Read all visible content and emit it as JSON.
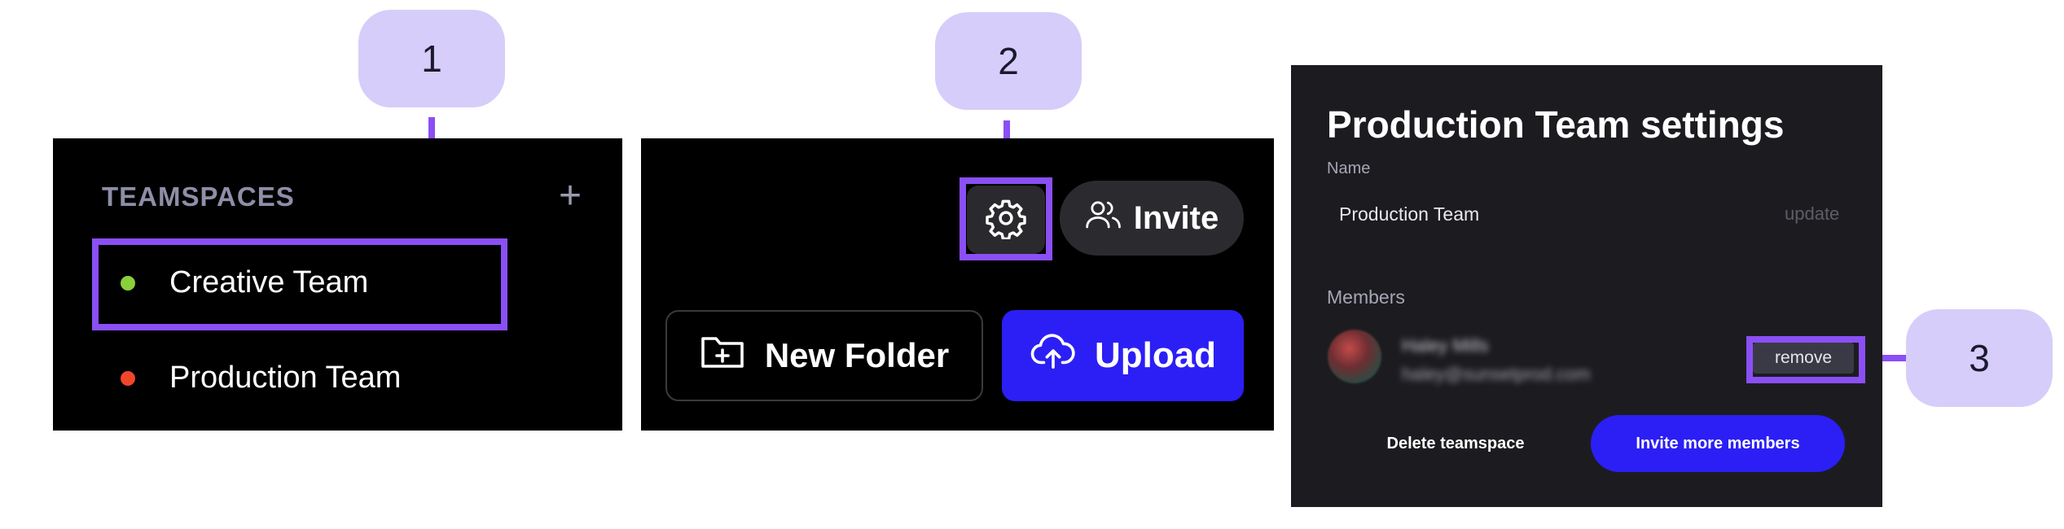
{
  "callouts": [
    {
      "number": "1"
    },
    {
      "number": "2"
    },
    {
      "number": "3"
    }
  ],
  "teamspaces_panel": {
    "header": "TEAMSPACES",
    "add_icon": "+",
    "teams": [
      {
        "name": "Creative Team",
        "dot_color": "#8ad03a"
      },
      {
        "name": "Production Team",
        "dot_color": "#f0462a"
      }
    ]
  },
  "toolbar_panel": {
    "settings_icon": "gear-icon",
    "invite_label": "Invite",
    "new_folder_label": "New Folder",
    "upload_label": "Upload"
  },
  "settings_panel": {
    "title": "Production Team settings",
    "name_label": "Name",
    "name_value": "Production Team",
    "update_label": "update",
    "members_label": "Members",
    "member": {
      "name": "Haley Mills",
      "email": "haley@sunsetprod.com"
    },
    "remove_label": "remove",
    "delete_label": "Delete teamspace",
    "invite_more_label": "Invite more members"
  },
  "colors": {
    "accent": "#8a4ff5",
    "callout_bg": "#d6cdfa",
    "primary_button": "#2b1ff5"
  }
}
